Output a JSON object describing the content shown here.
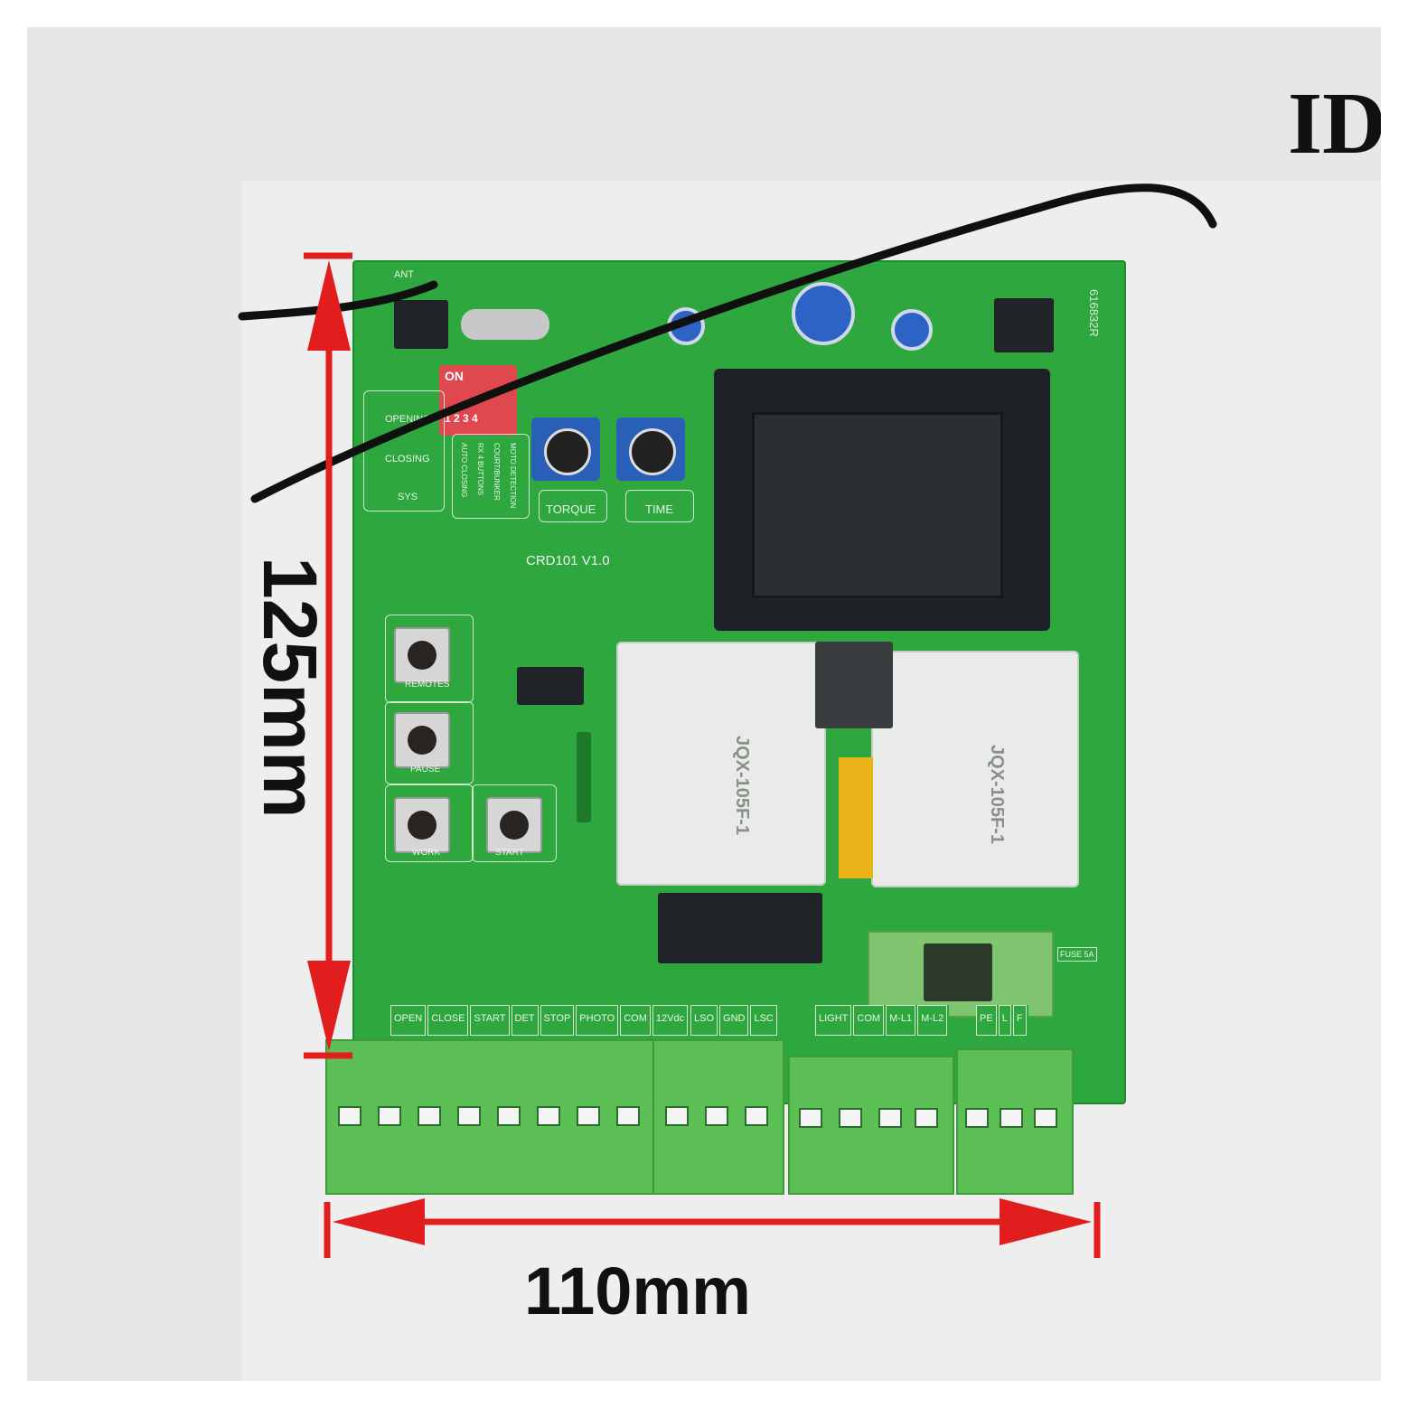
{
  "corner_text": "ID",
  "dimensions": {
    "height_label": "125mm",
    "width_label": "110mm"
  },
  "board": {
    "model": "CRD101  V1.0",
    "serial": "616832R",
    "dip_label": "ON",
    "dip_numbers": "1 2 3 4",
    "dip_functions": [
      "AUTO CLOSING",
      "RX 4 BUTTONS",
      "COURT/BUNKER",
      "MOTO DETECTION"
    ],
    "indicators": [
      "OPENING",
      "CLOSING",
      "SYS"
    ],
    "pots": [
      "TORQUE",
      "TIME"
    ],
    "buttons": [
      "REMOTES",
      "PAUSE",
      "WORK",
      "START"
    ],
    "antenna": "ANT",
    "relay_text": "JQX-105F-1",
    "fuse": "FUSE 5A",
    "terminal_groups": [
      [
        "OPEN",
        "CLOSE",
        "START",
        "DET",
        "STOP",
        "PHOTO",
        "COM",
        "12Vdc"
      ],
      [
        "LSO",
        "GND",
        "LSC"
      ],
      [
        "LIGHT",
        "COM",
        "M-L1",
        "M-L2"
      ],
      [
        "PE",
        "L",
        "F"
      ]
    ]
  },
  "colors": {
    "pcb": "#2ea83e",
    "arrow": "#e21d1d",
    "terminal": "#5cbf55"
  }
}
